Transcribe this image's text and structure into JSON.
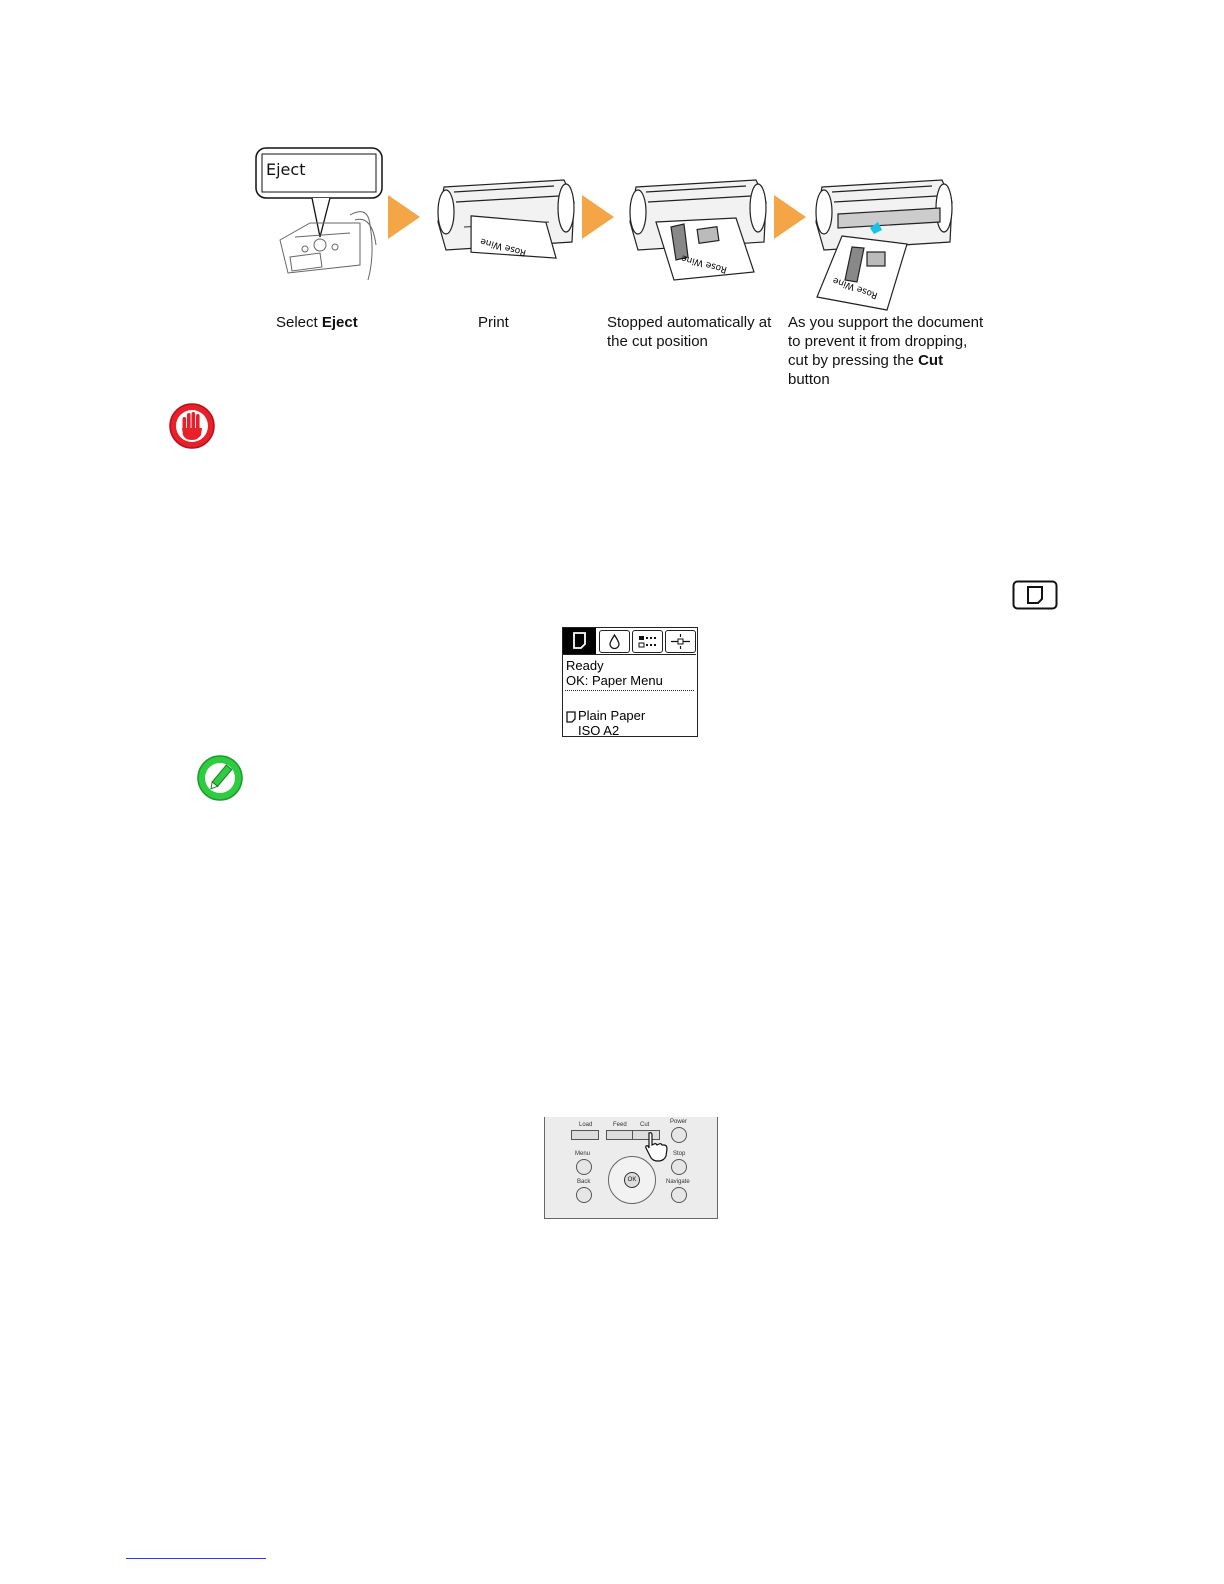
{
  "illustration": {
    "callout_text": "Eject",
    "paper_label": "Rose Wine",
    "steps": [
      {
        "pre": "Select ",
        "bold": "Eject",
        "post": ""
      },
      {
        "pre": "Print",
        "bold": "",
        "post": ""
      },
      {
        "pre": "Stopped automatically at the cut position",
        "bold": "",
        "post": ""
      },
      {
        "pre": "As you support the document to prevent it from dropping, cut by pressing the ",
        "bold": "Cut",
        "post": " button"
      }
    ],
    "colors": {
      "arrow": "#f4a546",
      "important": "#e8202a",
      "note": "#2ecc40"
    }
  },
  "icons": {
    "important": "important-hand-icon",
    "note": "note-pencil-icon",
    "paper_tab": "paper-tab-icon"
  },
  "lcd": {
    "tabs": [
      "paper-tab-icon",
      "ink-drop-icon",
      "menu-grid-icon",
      "settings-icon"
    ],
    "line1": "Ready",
    "line2": "OK: Paper Menu",
    "paper_type": "Plain Paper",
    "paper_size": "ISO A2"
  },
  "control_panel": {
    "load": "Load",
    "feed": "Feed",
    "cut": "Cut",
    "power": "Power",
    "menu": "Menu",
    "stop": "Stop",
    "back": "Back",
    "navigate": "Navigate",
    "ok": "OK"
  }
}
